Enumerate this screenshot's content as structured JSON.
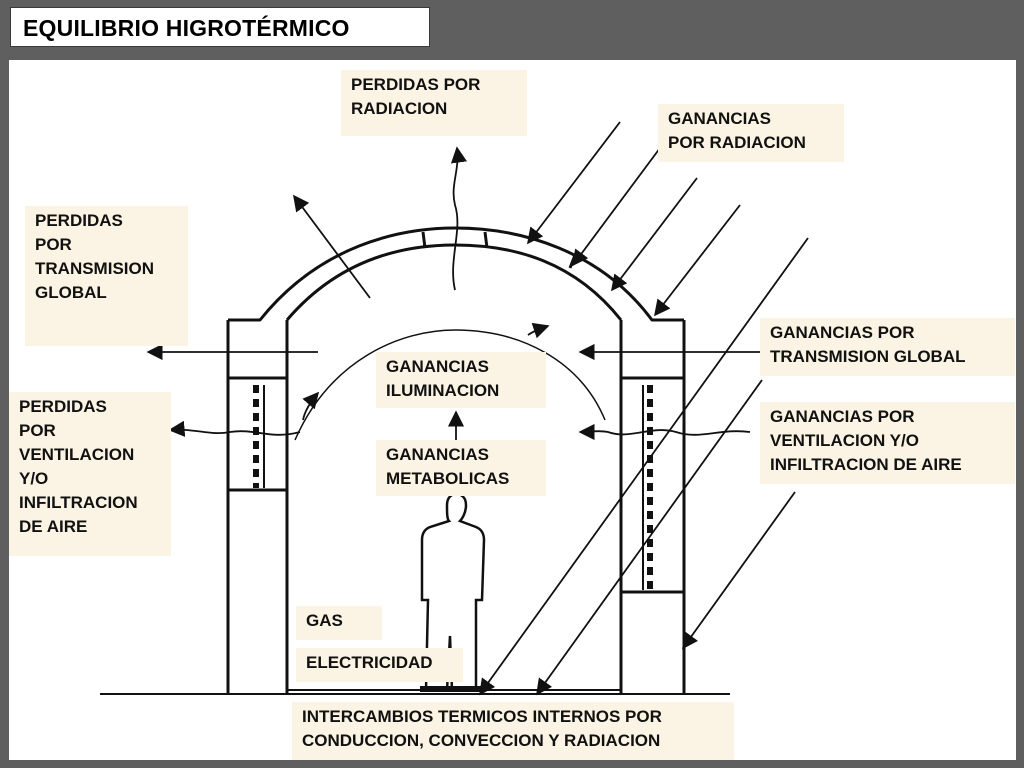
{
  "title": "EQUILIBRIO HIGROTÉRMICO",
  "labels": {
    "perdidas_radiacion": "PERDIDAS POR\nRADIACION",
    "ganancias_radiacion": "GANANCIAS\nPOR RADIACION",
    "perdidas_transmision": "PERDIDAS\nPOR\nTRANSMISION\nGLOBAL",
    "ganancias_transmision": "GANANCIAS POR\nTRANSMISION GLOBAL",
    "ganancias_iluminacion": "GANANCIAS\nILUMINACION",
    "perdidas_ventilacion": "PERDIDAS\nPOR\nVENTILACION\nY/O\nINFILTRACION\nDE AIRE",
    "ganancias_ventilacion": "GANANCIAS POR\nVENTILACION Y/O\nINFILTRACION DE AIRE",
    "ganancias_metabolicas": "GANANCIAS\nMETABOLICAS",
    "gas": "GAS",
    "electricidad": "ELECTRICIDAD",
    "intercambios": "INTERCAMBIOS TERMICOS INTERNOS POR\nCONDUCCION, CONVECCION Y RADIACION"
  },
  "colors": {
    "background": "#5f5f5f",
    "label_fill": "#fbf4e4",
    "ink": "#111111"
  }
}
